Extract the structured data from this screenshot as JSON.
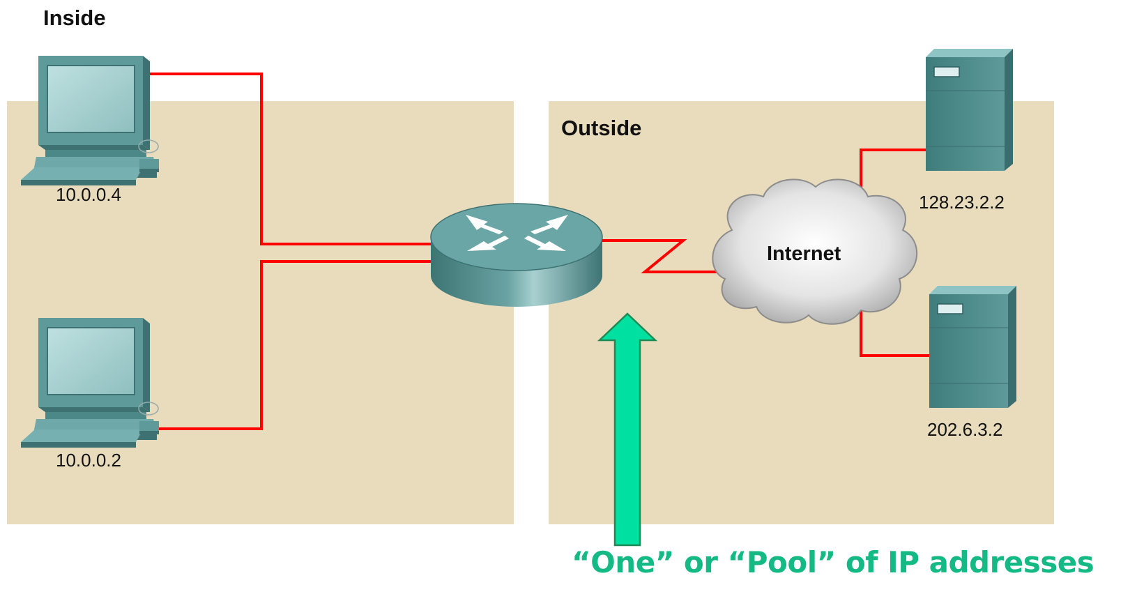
{
  "zones": {
    "inside_label": "Inside",
    "outside_label": "Outside"
  },
  "hosts": {
    "pc_top_ip": "10.0.0.4",
    "pc_bottom_ip": "10.0.0.2",
    "server_top_ip": "128.23.2.2",
    "server_bottom_ip": "202.6.3.2"
  },
  "cloud": {
    "label": "Internet"
  },
  "callout": {
    "caption": "“One” or “Pool” of IP addresses"
  },
  "colors": {
    "zone_fill": "#e8dcbc",
    "link": "#ff0000",
    "arrow_fill": "#00e0a0",
    "arrow_stroke": "#1e8a55",
    "caption": "#15b983",
    "device": "#4d8c8c"
  },
  "icons": [
    "pc-icon",
    "router-icon",
    "cloud-icon",
    "server-icon",
    "up-arrow-icon"
  ]
}
